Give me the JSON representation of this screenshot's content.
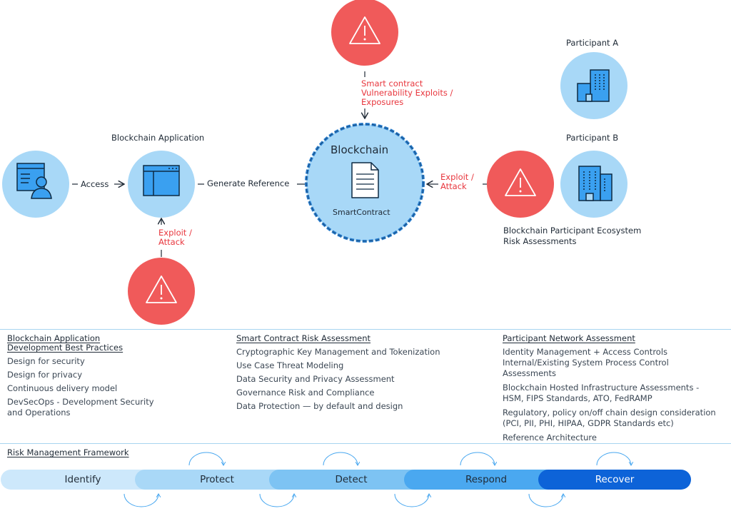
{
  "diagram": {
    "blockchain_application_label": "Blockchain Application",
    "access_label": "Access",
    "generate_reference_label": "Generate Reference",
    "exploit_attack_app": [
      "Exploit /",
      "Attack"
    ],
    "smart_contract_threat": [
      "Smart contract",
      "Vulnerability Exploits /",
      "Exposures"
    ],
    "exploit_attack_blockchain": [
      "Exploit /",
      "Attack"
    ],
    "blockchain_title": "Blockchain",
    "smart_contract_label": "SmartContract",
    "participant_a": "Participant A",
    "participant_b": "Participant B",
    "ecosystem_label": [
      "Blockchain Participant Ecosystem",
      "Risk Assessments"
    ]
  },
  "columns": [
    {
      "title": [
        "Blockchain Application",
        "Development Best Practices"
      ],
      "items": [
        "Design for security",
        "Design for privacy",
        "Continuous delivery model",
        "DevSecOps - Development Security and Operations"
      ]
    },
    {
      "title": [
        "Smart Contract Risk Assessment"
      ],
      "items": [
        "Cryptographic Key Management and Tokenization",
        "Use Case Threat Modeling",
        "Data Security and Privacy Assessment",
        "Governance Risk and Compliance",
        "Data Protection — by default and design"
      ]
    },
    {
      "title": [
        "Participant Network Assessment"
      ],
      "items": [
        "Identity Management + Access Controls Internal/Existing System Process Control Assessments",
        "Blockchain Hosted Infrastructure Assessments - HSM, FIPS Standards, ATO, FedRAMP",
        "Regulatory, policy on/off chain design consideration (PCI, PII, PHI, HIPAA, GDPR Standards etc)",
        "Reference Architecture"
      ]
    }
  ],
  "framework": {
    "title": "Risk Management Framework",
    "phases": [
      "Identify",
      "Protect",
      "Detect",
      "Respond",
      "Recover"
    ]
  },
  "colors": {
    "light_blue": "#a8d8f7",
    "alert_red": "#f05a5a",
    "icon_blue": "#3aa0f0",
    "phase_1": "#cde8fb",
    "phase_2": "#a9d8f7",
    "phase_3": "#7dc3f3",
    "phase_4": "#4aa8f0",
    "phase_5": "#0d63d8"
  }
}
